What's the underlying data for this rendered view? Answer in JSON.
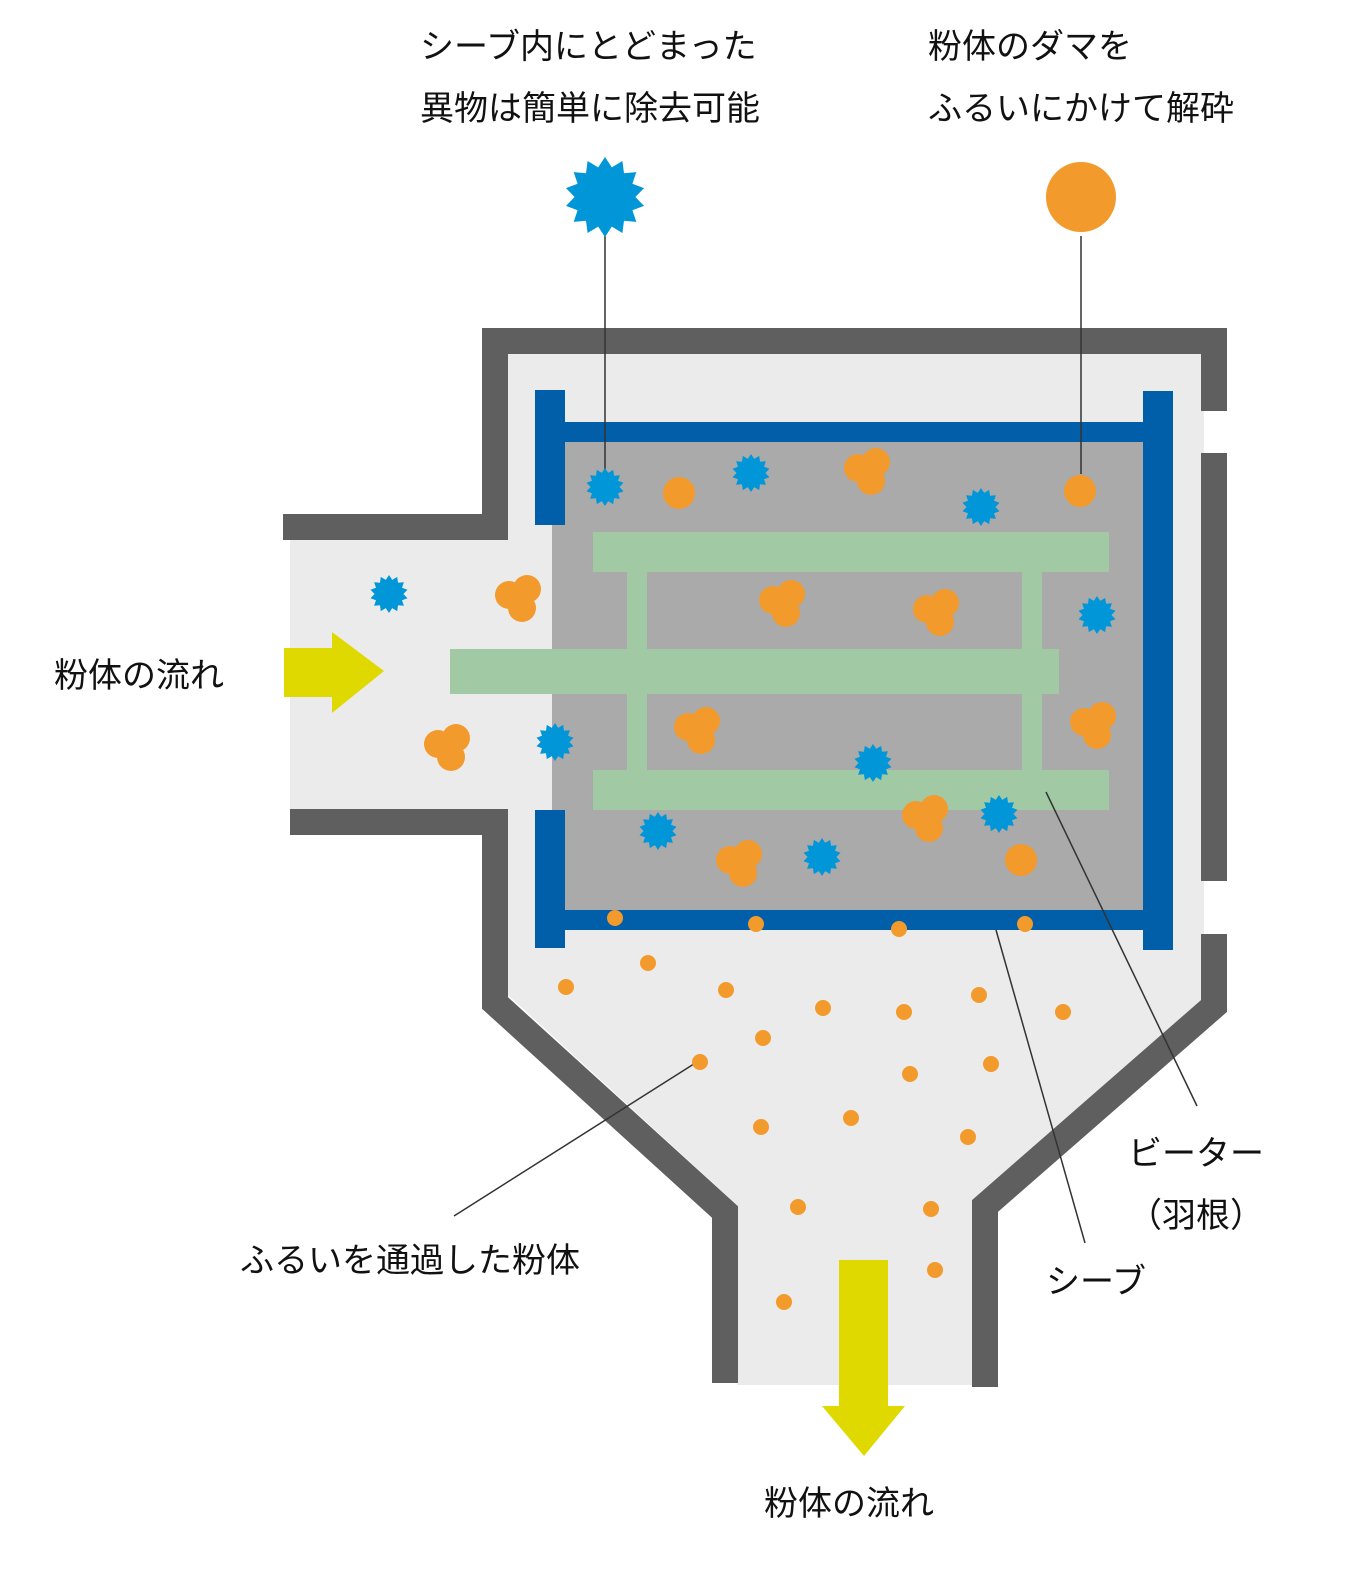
{
  "labels": {
    "foreign_matter": [
      "シーブ内にとどまった",
      "異物は簡単に除去可能"
    ],
    "lumps": [
      "粉体のダマを",
      "ふるいにかけて解砕"
    ],
    "flow_in": "粉体の流れ",
    "flow_out": "粉体の流れ",
    "beater": [
      "ビーター",
      "（羽根）"
    ],
    "sieve": "シーブ",
    "passed_powder": "ふるいを通過した粉体"
  },
  "colors": {
    "housing": "#5f5f5f",
    "housing_fill": "#ebebeb",
    "sieve_frame": "#005fa8",
    "sieve_interior": "#aaaaaa",
    "beater": "#a0c9a4",
    "foreign_particle": "#0096d8",
    "powder": "#f39a2d",
    "flow_arrow": "#e0d900",
    "leader_line": "#333333"
  },
  "icons": {
    "foreign_particle": "spiky-blue-particle-icon",
    "lump": "orange-lump-icon",
    "powder_grain": "orange-grain-icon",
    "flow": "yellow-arrow-icon"
  }
}
